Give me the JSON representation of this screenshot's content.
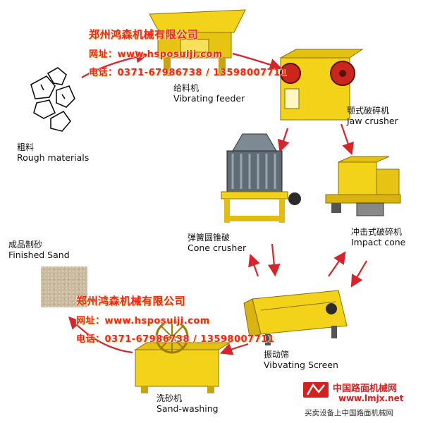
{
  "stages": {
    "rough": {
      "zh": "粗料",
      "en": "Rough materials"
    },
    "feeder": {
      "zh": "给料机",
      "en": "Vibrating feeder"
    },
    "jaw": {
      "zh": "颚式破碎机",
      "en": "Jaw crusher"
    },
    "cone": {
      "zh": "弹簧圆锥破",
      "en": "Cone crusher"
    },
    "impact": {
      "zh": "冲击式破碎机",
      "en": "Impact cone"
    },
    "screen": {
      "zh": "振动筛",
      "en": "Vibvating Screen"
    },
    "washing": {
      "zh": "洗砂机",
      "en": "Sand-washing"
    },
    "sand": {
      "zh": "成品制砂",
      "en": "Finished Sand"
    }
  },
  "watermark": {
    "company": "郑州鸿森机械有限公司",
    "web": "网址：www.hsposuiji.com",
    "phone": "电话：0371-67986738 / 13598007711"
  },
  "brand": {
    "name": "中国路面机械网",
    "url": "www.lmjx.net",
    "note": "买卖设备上中国路面机械网"
  },
  "colors": {
    "arrow": "#d8232a",
    "machine_yellow": "#f3d21a",
    "machine_dark": "#c9a40e",
    "watermark": "#ff1e1e"
  }
}
